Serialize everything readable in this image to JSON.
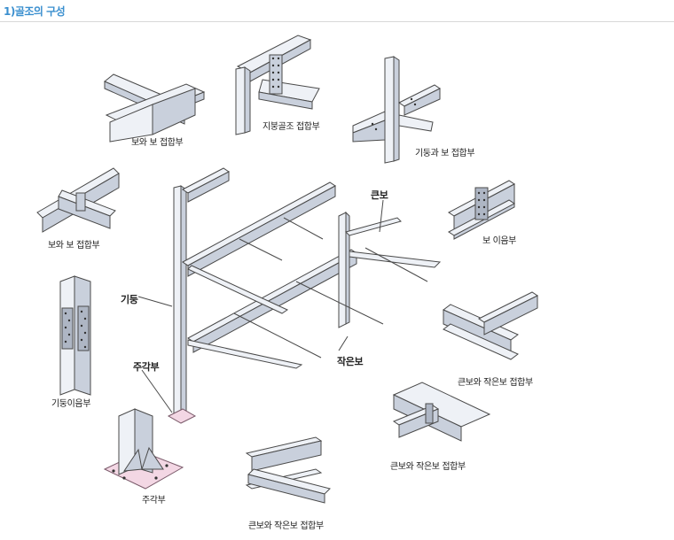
{
  "page": {
    "title": "1)골조의 구성"
  },
  "labels": {
    "beam_beam_joint_top": "보와 보 접합부",
    "roof_frame_joint": "지붕골조 접합부",
    "column_beam_joint": "기둥과 보 접합부",
    "beam_beam_joint_left": "보와 보 접합부",
    "big_beam": "큰보",
    "beam_splice": "보 이음부",
    "column": "기둥",
    "column_splice": "기둥이음부",
    "column_base_callout": "주각부",
    "small_beam": "작은보",
    "girder_small_joint_right": "큰보와 작은보 접합부",
    "girder_small_joint_mid": "큰보와 작은보 접합부",
    "column_base_detail": "주각부",
    "girder_small_joint_bottom": "큰보와 작은보 접합부"
  },
  "colors": {
    "title": "#3a8fcf",
    "steel_face": "#eef1f6",
    "steel_side": "#c9d0dc",
    "outline": "#4a4a4a",
    "base_plate": "#f3d7e4"
  }
}
